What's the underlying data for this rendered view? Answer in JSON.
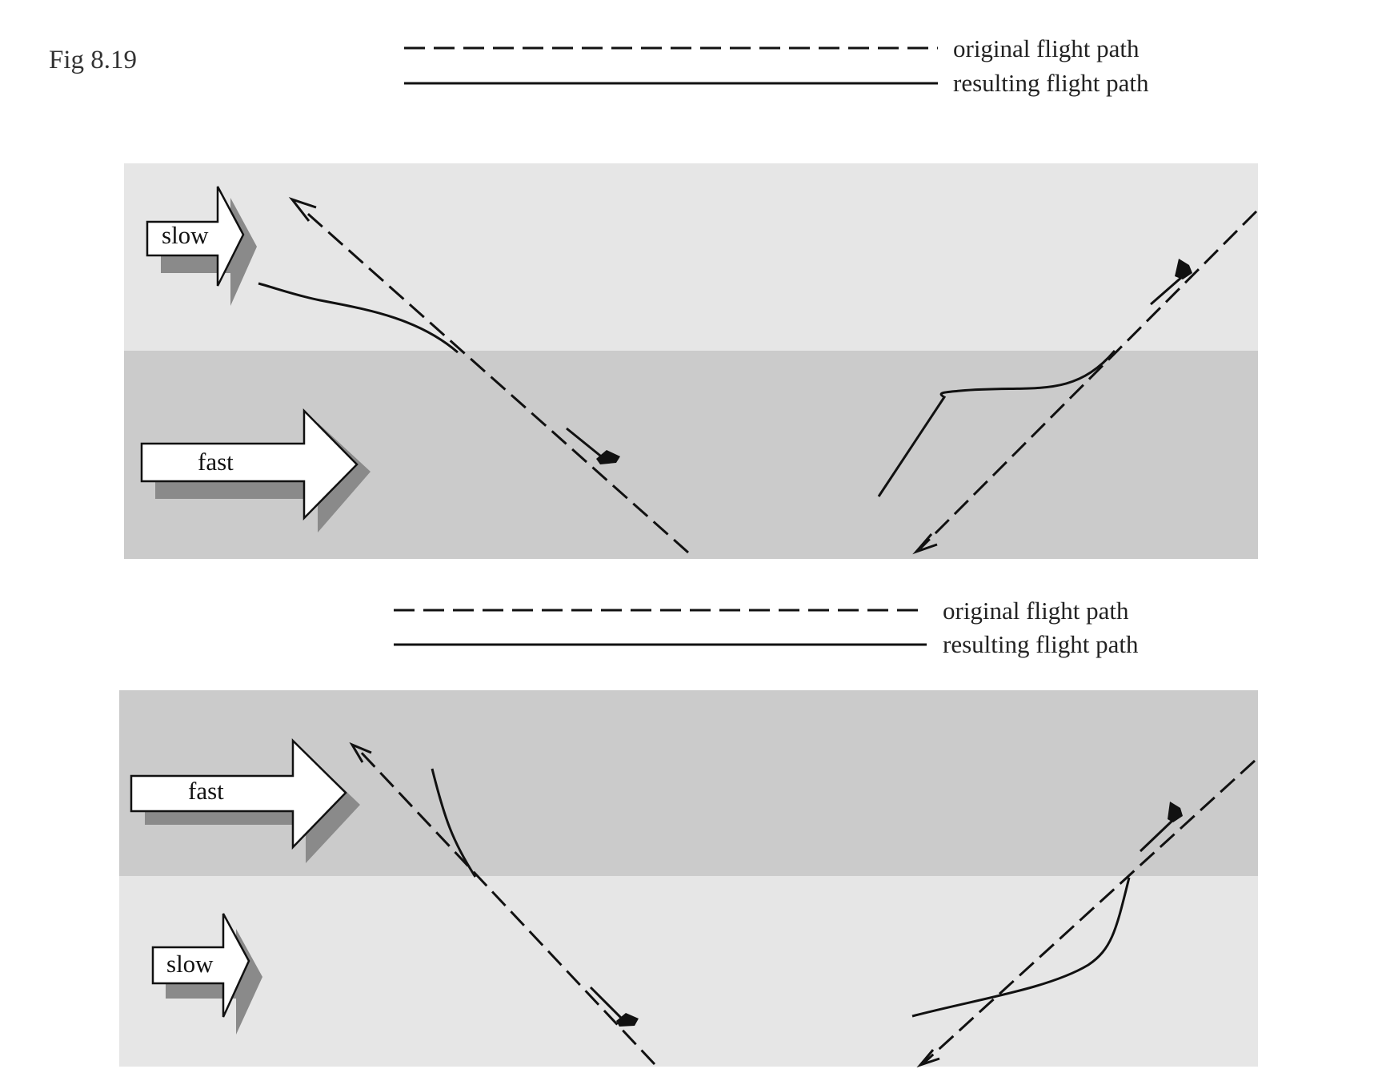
{
  "figure_label": "Fig 8.19",
  "panels": [
    {
      "legend": {
        "dashed_label": "original flight path",
        "solid_label": "resulting flight path"
      },
      "top_band_label": "slow",
      "bottom_band_label": "fast",
      "top_band_color": "#e6e6e6",
      "bottom_band_color": "#cbcbcb"
    },
    {
      "legend": {
        "dashed_label": "original flight path",
        "solid_label": "resulting flight path"
      },
      "top_band_label": "fast",
      "bottom_band_label": "slow",
      "top_band_color": "#cbcbcb",
      "bottom_band_color": "#e6e6e6"
    }
  ],
  "colors": {
    "line": "#111111",
    "arrow_fill": "#ffffff",
    "arrow_shadow": "#8a8a8a"
  },
  "icons": [
    "left-arrow-head-icon",
    "bird-icon",
    "wind-arrow-icon"
  ]
}
